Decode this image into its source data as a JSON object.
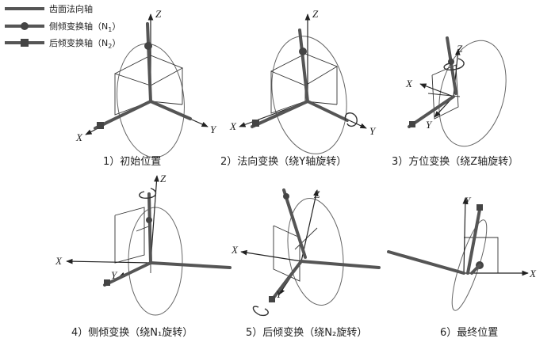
{
  "legend": {
    "items": [
      {
        "label": "齿面法向轴",
        "marker": "none"
      },
      {
        "label": "侧倾变换轴（N",
        "sub": "1",
        "tail": "）",
        "marker": "circle"
      },
      {
        "label": "后倾变换轴（N",
        "sub": "2",
        "tail": "）",
        "marker": "square"
      }
    ]
  },
  "panels": [
    {
      "caption": "1）初始位置",
      "axes": [
        "X",
        "Y",
        "Z"
      ]
    },
    {
      "caption": "2）法向变换（绕Y轴旋转）",
      "axes": [
        "X",
        "Y",
        "Z"
      ]
    },
    {
      "caption": "3）方位变换（绕Z轴旋转）",
      "axes": [
        "X",
        "Y",
        "Z"
      ]
    },
    {
      "caption": "4）侧倾变换（绕N₁旋转）",
      "axes": [
        "X",
        "Y",
        "Z"
      ]
    },
    {
      "caption": "5）后倾变换（绕N₂旋转）",
      "axes": [
        "X",
        "Y",
        "Z"
      ]
    },
    {
      "caption": "6）最终位置",
      "axes": [
        "X",
        "Y"
      ]
    }
  ],
  "colors": {
    "thick_axis": "#555555",
    "axis": "#222222",
    "ellipse": "#666666"
  }
}
